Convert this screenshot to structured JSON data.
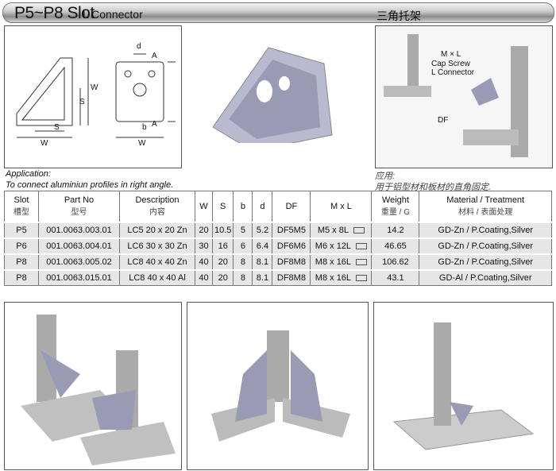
{
  "header": {
    "title": "P5~P8 Slot",
    "subtitle": "L Connector",
    "title_cn": "三角托架"
  },
  "drawing_labels": {
    "d": "d",
    "A_top": "A",
    "W_side": "W",
    "S_side": "S",
    "S_bottom": "S",
    "W_bottom": "W",
    "b": "b",
    "A_bottom": "A",
    "W_right": "W"
  },
  "assembly_labels": {
    "mxl": "M × L",
    "cap_screw": "Cap Screw",
    "l_connector": "L Connector",
    "df": "DF"
  },
  "application": {
    "label": "Application:",
    "text": "To connect aluminiun profiles in right angle.",
    "label_cn": "应用:",
    "text_cn": "用于铝型材和板材的直角固定."
  },
  "table": {
    "headers": [
      {
        "en": "Slot",
        "cn": "槽型"
      },
      {
        "en": "Part No",
        "cn": "型号"
      },
      {
        "en": "Description",
        "cn": "内容"
      },
      {
        "en": "W"
      },
      {
        "en": "S"
      },
      {
        "en": "b"
      },
      {
        "en": "d"
      },
      {
        "en": "DF"
      },
      {
        "en": "M x L"
      },
      {
        "en": "Weight",
        "cn": "重量 / G"
      },
      {
        "en": "Material / Treatment",
        "cn": "材料 / 表面处理"
      }
    ],
    "rows": [
      [
        "P5",
        "001.0063.003.01",
        "LC5 20 x 20 Zn",
        "20",
        "10.5",
        "5",
        "5.2",
        "DF5M5",
        "M5 x 8L",
        "14.2",
        "GD-Zn / P.Coating,Silver"
      ],
      [
        "P6",
        "001.0063.004.01",
        "LC6 30 x 30 Zn",
        "30",
        "16",
        "6",
        "6.4",
        "DF6M6",
        "M6 x 12L",
        "46.65",
        "GD-Zn / P.Coating,Silver"
      ],
      [
        "P8",
        "001.0063.005.02",
        "LC8 40 x 40 Zn",
        "40",
        "20",
        "8",
        "8.1",
        "DF8M8",
        "M8 x 16L",
        "106.62",
        "GD-Zn / P.Coating,Silver"
      ],
      [
        "P8",
        "001.0063.015.01",
        "LC8 40 x 40 Al",
        "40",
        "20",
        "8",
        "8.1",
        "DF8M8",
        "M8 x 16L",
        "43.1",
        "GD-Al / P.Coating,Silver"
      ]
    ]
  }
}
